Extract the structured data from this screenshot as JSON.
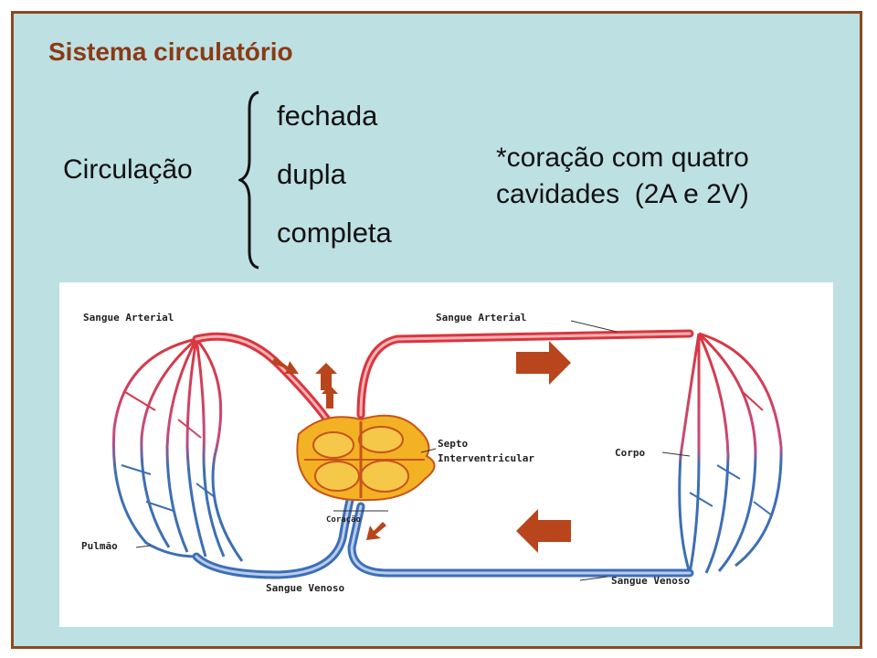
{
  "slide": {
    "title": "Sistema circulatório",
    "left_label": "Circulação",
    "classes": [
      "fechada",
      "dupla",
      "completa"
    ],
    "note_line1": "*coração com quatro",
    "note_line2": "cavidades  (2A e 2V)"
  },
  "diagram": {
    "labels": {
      "sangue_arterial_left": "Sangue Arterial",
      "sangue_arterial_right": "Sangue Arterial",
      "septo_line1": "Septo",
      "septo_line2": "Interventricular",
      "corpo": "Corpo",
      "coracao": "Coração",
      "pulmao": "Pulmão",
      "sangue_venoso_left": "Sangue Venoso",
      "sangue_venoso_right": "Sangue Venoso"
    },
    "colors": {
      "arterial": "#d9363e",
      "venous": "#3d6fb5",
      "heart": "#f2b224",
      "heart_dark": "#c8541a",
      "arrow": "#b8451b"
    }
  }
}
